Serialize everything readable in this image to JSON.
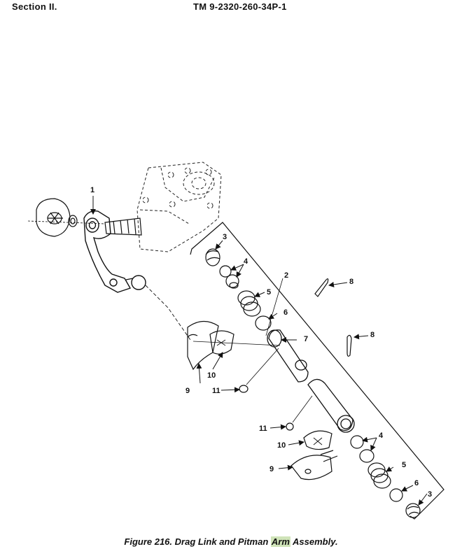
{
  "header": {
    "section": "Section  II.",
    "tm": "TM   9-2320-260-34P-1"
  },
  "caption": {
    "prefix": "Figure 216. Drag Link and Pitman ",
    "highlight": "Arm",
    "suffix": " Assembly."
  },
  "callouts": [
    {
      "id": "c1",
      "label": "1"
    },
    {
      "id": "c2",
      "label": "2"
    },
    {
      "id": "c3a",
      "label": "3"
    },
    {
      "id": "c3b",
      "label": "3"
    },
    {
      "id": "c4a",
      "label": "4"
    },
    {
      "id": "c4b",
      "label": "4"
    },
    {
      "id": "c5a",
      "label": "5"
    },
    {
      "id": "c5b",
      "label": "5"
    },
    {
      "id": "c6a",
      "label": "6"
    },
    {
      "id": "c6b",
      "label": "6"
    },
    {
      "id": "c7",
      "label": "7"
    },
    {
      "id": "c8a",
      "label": "8"
    },
    {
      "id": "c8b",
      "label": "8"
    },
    {
      "id": "c9a",
      "label": "9"
    },
    {
      "id": "c9b",
      "label": "9"
    },
    {
      "id": "c10a",
      "label": "10"
    },
    {
      "id": "c10b",
      "label": "10"
    },
    {
      "id": "c11a",
      "label": "11"
    },
    {
      "id": "c11b",
      "label": "11"
    }
  ]
}
